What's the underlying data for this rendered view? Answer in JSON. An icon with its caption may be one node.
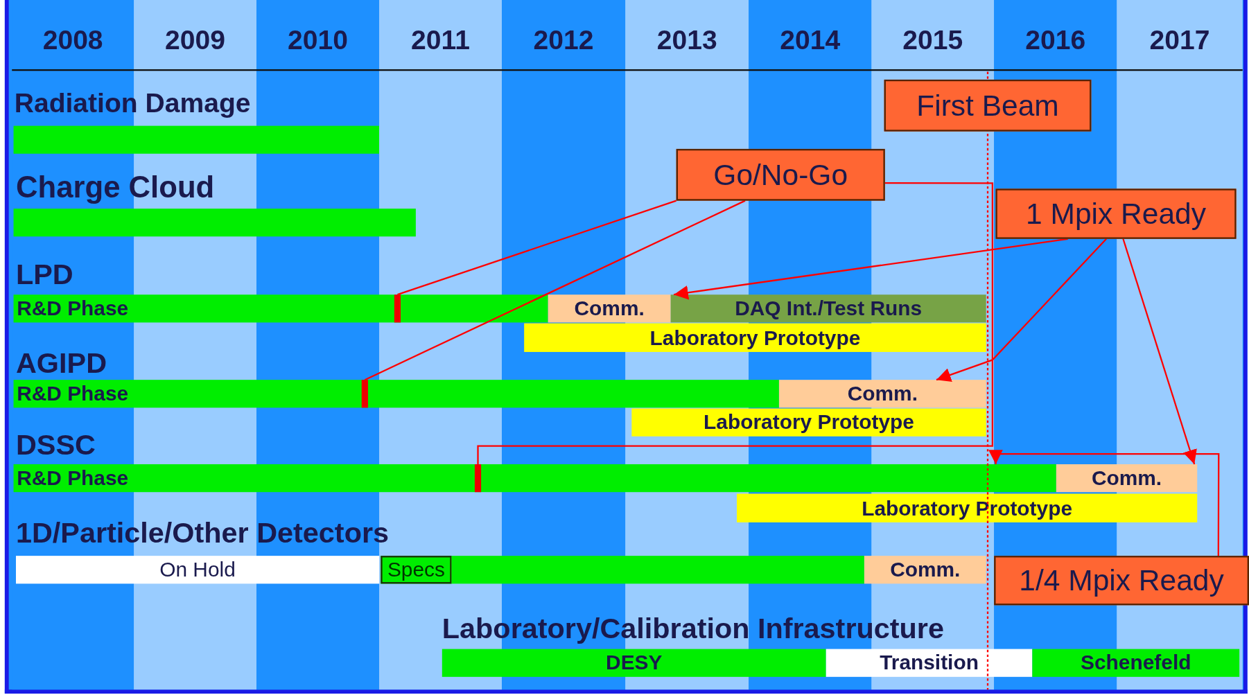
{
  "diagram": {
    "nodes": [
      {
        "text": [
          "First Beam"
        ]
      },
      {
        "text": [
          "Go/No-Go"
        ]
      },
      {
        "text": [
          "1 Mpix Ready"
        ]
      },
      {
        "text": [
          "1/4 Mpix Ready"
        ]
      },
      {
        "text": [],
        "shape": "bar",
        "beside": [
          "Radiation Damage"
        ]
      },
      {
        "text": [],
        "shape": "bar",
        "beside": [
          "Charge Cloud"
        ]
      },
      {
        "text": [
          "R&D Phase"
        ]
      },
      {
        "text": [],
        "shape": "bar",
        "in": 6
      },
      {
        "text": [
          "Comm."
        ]
      },
      {
        "text": [
          "DAQ Int./Test Runs"
        ]
      },
      {
        "text": [
          "Laboratory Prototype"
        ]
      },
      {
        "text": [
          "R&D Phase"
        ]
      },
      {
        "text": [],
        "shape": "bar",
        "in": 11
      },
      {
        "text": [
          "Comm."
        ]
      },
      {
        "text": [
          "Laboratory Prototype"
        ]
      },
      {
        "text": [
          "R&D Phase"
        ]
      },
      {
        "text": [],
        "shape": "bar",
        "in": 15
      },
      {
        "text": [
          "Comm."
        ]
      },
      {
        "text": [
          "Laboratory Prototype"
        ]
      },
      {
        "text": [
          "On Hold"
        ]
      },
      {
        "text": [
          "Specs"
        ]
      },
      {
        "text": [],
        "shape": "bar"
      },
      {
        "text": [
          "Comm."
        ]
      },
      {
        "text": [
          "DESY"
        ]
      },
      {
        "text": [
          "Transition"
        ]
      },
      {
        "text": [
          "Schenefeld"
        ]
      }
    ],
    "edges": [
      {
        "from": 1,
        "to": 7,
        "arrow": "none"
      },
      {
        "from": 1,
        "to": 12,
        "arrow": "none"
      },
      {
        "from": 1,
        "to": 16,
        "arrow": "none"
      },
      {
        "from": 2,
        "to": 9,
        "arrow": "to"
      },
      {
        "from": 2,
        "to": 13,
        "arrow": "to"
      },
      {
        "from": 2,
        "to": 17,
        "arrow": "to"
      },
      {
        "from": 3,
        "to": 15,
        "arrow": "to"
      }
    ],
    "labels": [
      "2008",
      "2009",
      "2010",
      "2011",
      "2012",
      "2013",
      "2014",
      "2015",
      "2016",
      "2017",
      "LPD",
      "AGIPD",
      "DSSC",
      "1D/Particle/Other Detectors",
      "Laboratory/Calibration Infrastructure"
    ]
  }
}
